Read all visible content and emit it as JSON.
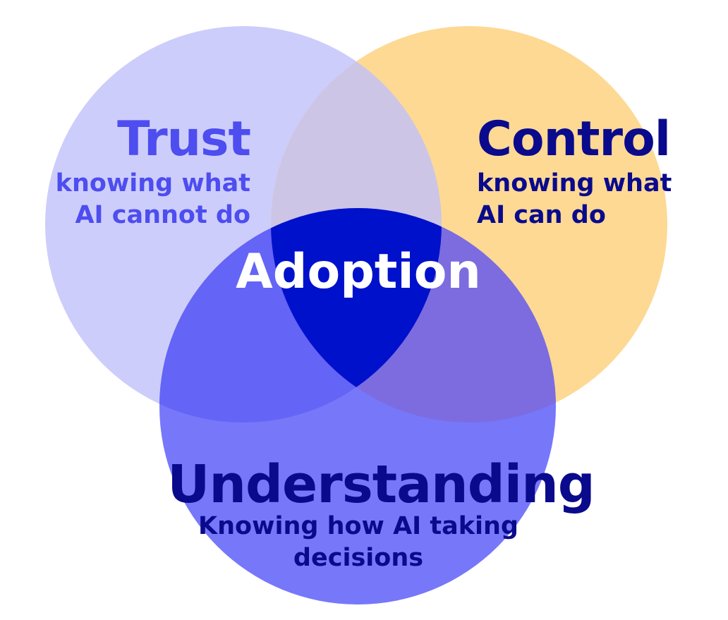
{
  "colors": {
    "trust_circle": "#cdcdfc",
    "control_circle": "#fdd994",
    "understanding_circle": "#7777fa",
    "trust_control_overlap": "#cdc5e6",
    "trust_understanding_overlap": "#6464f6",
    "control_understanding_overlap": "#7c6cdf",
    "center_overlap": "#0011cc",
    "trust_text": "#4d4df0",
    "dark_text": "#0a0a8c",
    "adoption_text": "#ffffff"
  },
  "trust": {
    "title": "Trust",
    "subtitle": "knowing what\nAI cannot do"
  },
  "control": {
    "title": "Control",
    "subtitle": "knowing what\nAI can do"
  },
  "center": {
    "title": "Adoption"
  },
  "understanding": {
    "title": "Understanding",
    "subtitle": "Knowing how AI taking\ndecisions"
  }
}
